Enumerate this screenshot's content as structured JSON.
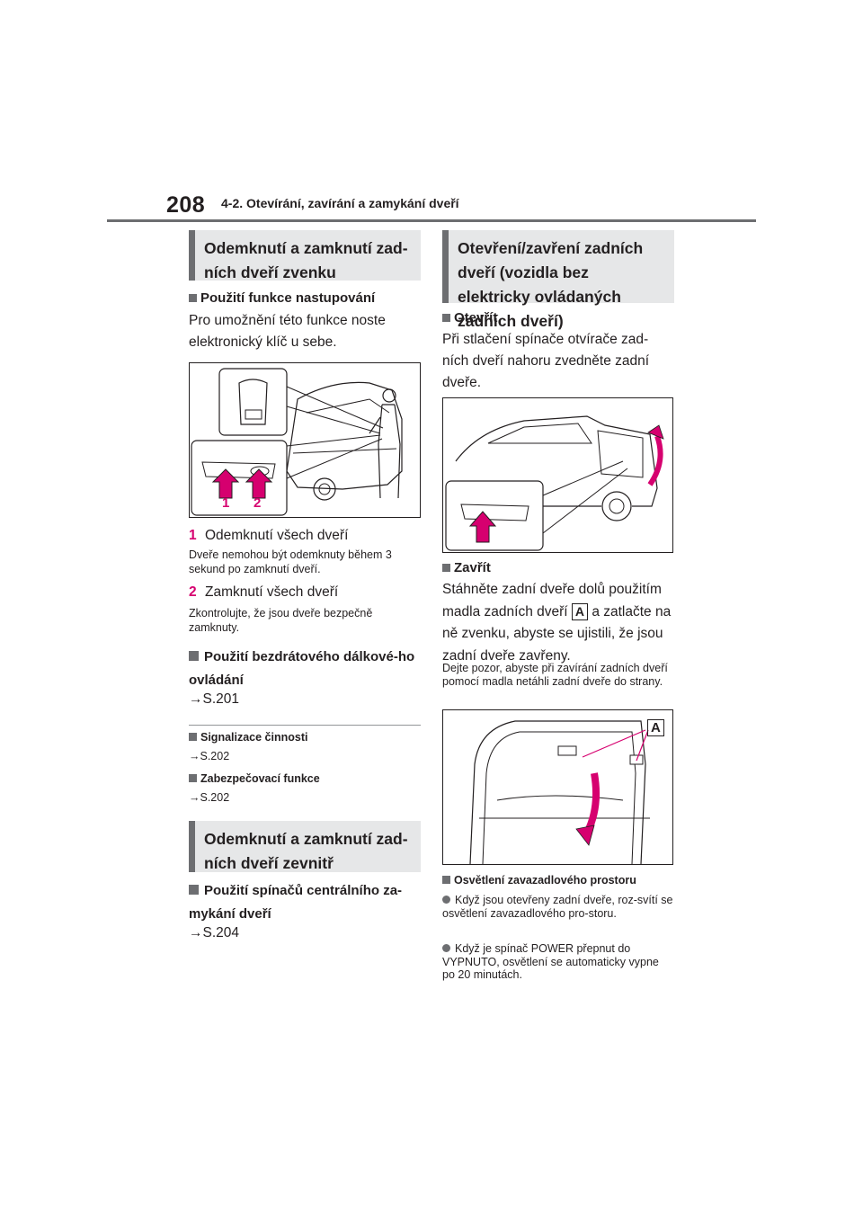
{
  "header": {
    "page_number": "208",
    "chapter": "4-2. Otevírání, zavírání a zamykání dveří"
  },
  "left": {
    "h1": "Odemknutí a zamknutí zad-ních dveří zvenku",
    "s1_title": "Použití funkce nastupování",
    "s1_body": "Pro umožnění této funkce noste elektronický klíč u sebe.",
    "fig1_label1": "1",
    "fig1_label2": "2",
    "item1_num": "1",
    "item1_text": "Odemknutí všech dveří",
    "item1_note": "Dveře nemohou být odemknuty během 3 sekund po zamknutí dveří.",
    "item2_num": "2",
    "item2_text": "Zamknutí všech dveří",
    "item2_note": "Zkontrolujte, že jsou dveře bezpečně zamknuty.",
    "s2_title": "Použití bezdrátového dálkové-ho ovládání",
    "s2_ref": "→S.201",
    "n1_title": "Signalizace činnosti",
    "n1_ref": "→S.202",
    "n2_title": "Zabezpečovací funkce",
    "n2_ref": "→S.202",
    "h2": "Odemknutí a zamknutí zad-ních dveří zevnitř",
    "s3_title": "Použití spínačů centrálního za-mykání dveří",
    "s3_ref": "→S.204"
  },
  "right": {
    "h1": "Otevření/zavření zadních dveří (vozidla bez elektricky ovládaných zadních dveří)",
    "s1_title": "Otevřít",
    "s1_body": "Při stlačení spínače otvírače zad-ních dveří nahoru zvedněte zadní dveře.",
    "s2_title": "Zavřít",
    "s2_body_a": "Stáhněte zadní dveře dolů použitím madla zadních dveří",
    "s2_box": "A",
    "s2_body_b": "a zatlačte na ně zvenku, abyste se ujistili, že jsou zadní dveře zavřeny.",
    "s2_note": "Dejte pozor, abyste při zavírání zadních dveří pomocí madla netáhli zadní dveře do strany.",
    "fig_label": "A",
    "n_title": "Osvětlení zavazadlového prostoru",
    "b1": "Když jsou otevřeny zadní dveře, roz-svítí se osvětlení zavazadlového pro-storu.",
    "b2": "Když je spínač POWER přepnut do VYPNUTO, osvětlení se automaticky vypne po 20 minutách."
  },
  "colors": {
    "accent": "#d6006f",
    "gray": "#6d6e71",
    "heading_bg": "#e6e7e8"
  }
}
